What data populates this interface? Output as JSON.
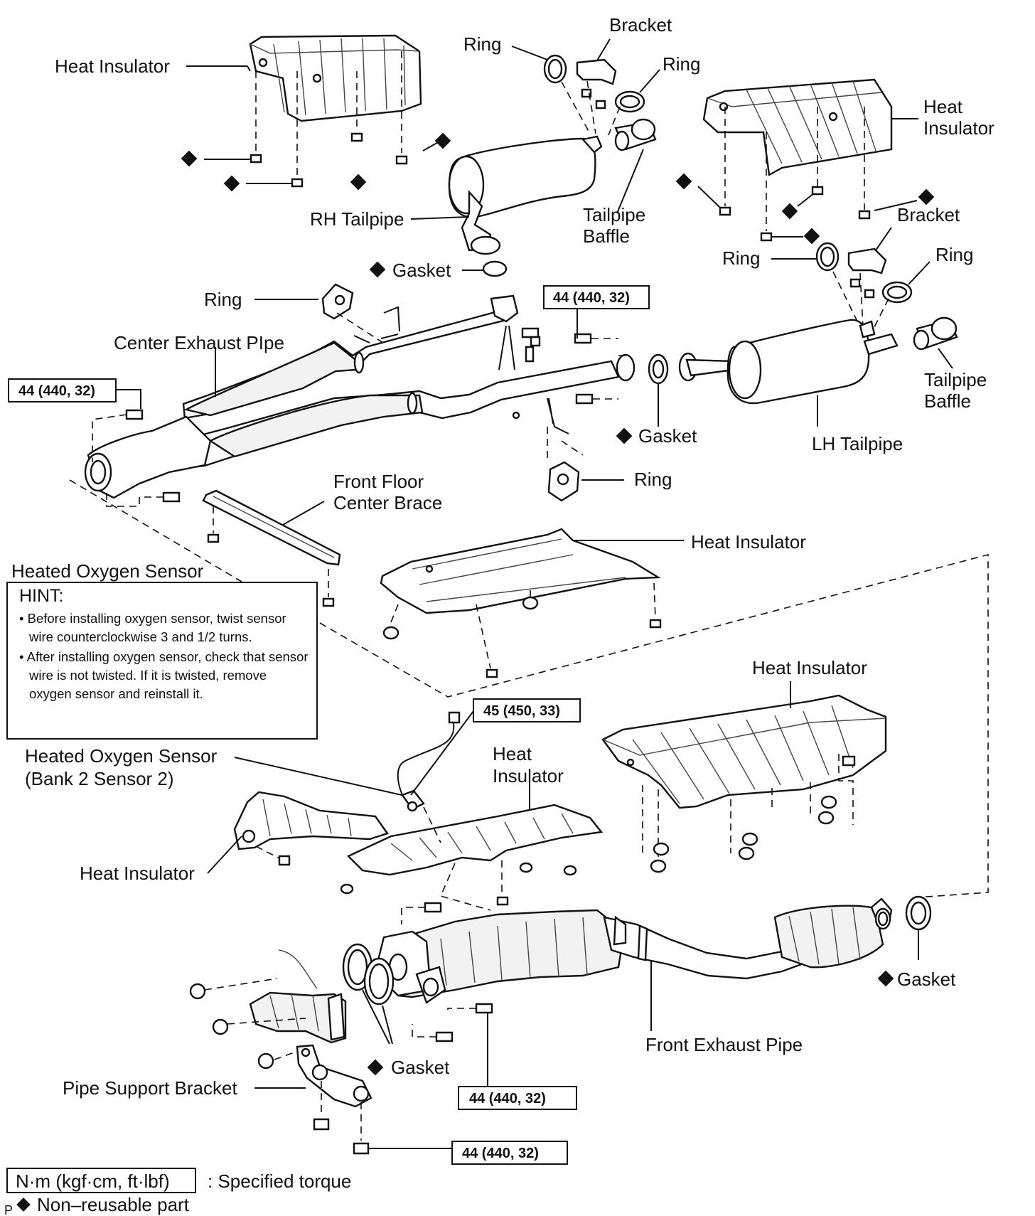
{
  "labels": {
    "heat_insulator_rear_rh": "Heat Insulator",
    "ring_top_left": "Ring",
    "bracket_top": "Bracket",
    "ring_top_right": "Ring",
    "heat_insulator_rear_lh_line1": "Heat",
    "heat_insulator_rear_lh_line2": "Insulator",
    "rh_tailpipe": "RH Tailpipe",
    "tailpipe_baffle_rh_line1": "Tailpipe",
    "tailpipe_baffle_rh_line2": "Baffle",
    "bracket_right": "Bracket",
    "ring_right_left": "Ring",
    "ring_right_right": "Ring",
    "gasket_upper": "Gasket",
    "ring_center": "Ring",
    "center_exhaust_pipe": "Center Exhaust PIpe",
    "tailpipe_baffle_lh_line1": "Tailpipe",
    "tailpipe_baffle_lh_line2": "Baffle",
    "gasket_center": "Gasket",
    "lh_tailpipe": "LH Tailpipe",
    "ring_lower": "Ring",
    "front_floor_brace_line1": "Front Floor",
    "front_floor_brace_line2": "Center Brace",
    "heat_insulator_floor": "Heat Insulator",
    "heated_oxygen_sensor": "Heated Oxygen Sensor",
    "heat_insulator_front_upper": "Heat Insulator",
    "heated_oxygen_sensor_b2s2_line1": "Heated Oxygen Sensor",
    "heated_oxygen_sensor_b2s2_line2": "(Bank 2 Sensor 2)",
    "heat_insulator_mid_line1": "Heat",
    "heat_insulator_mid_line2": "Insulator",
    "heat_insulator_front_left": "Heat Insulator",
    "gasket_right": "Gasket",
    "front_exhaust_pipe": "Front Exhaust Pipe",
    "gasket_lower": "Gasket",
    "pipe_support_bracket": "Pipe Support Bracket"
  },
  "torque": {
    "center_joint": "44 (440, 32)",
    "center_front": "44 (440, 32)",
    "oxygen_sensor": "45 (450, 33)",
    "front_pipe_stud": "44 (440, 32)",
    "support_bracket": "44 (440, 32)"
  },
  "hint": {
    "title": "HINT:",
    "items": [
      "Before installing oxygen sensor, twist sensor wire counterclockwise 3 and 1/2 turns.",
      "After installing oxygen sensor, check that sensor wire is not twisted. If it is twisted, remove oxygen sensor and reinstall it."
    ]
  },
  "legend": {
    "torque_unit": "N·m (kgf·cm, ft·lbf)",
    "torque_desc": ": Specified torque",
    "nonreusable": "Non–reusable part",
    "corner_mark": "P"
  }
}
